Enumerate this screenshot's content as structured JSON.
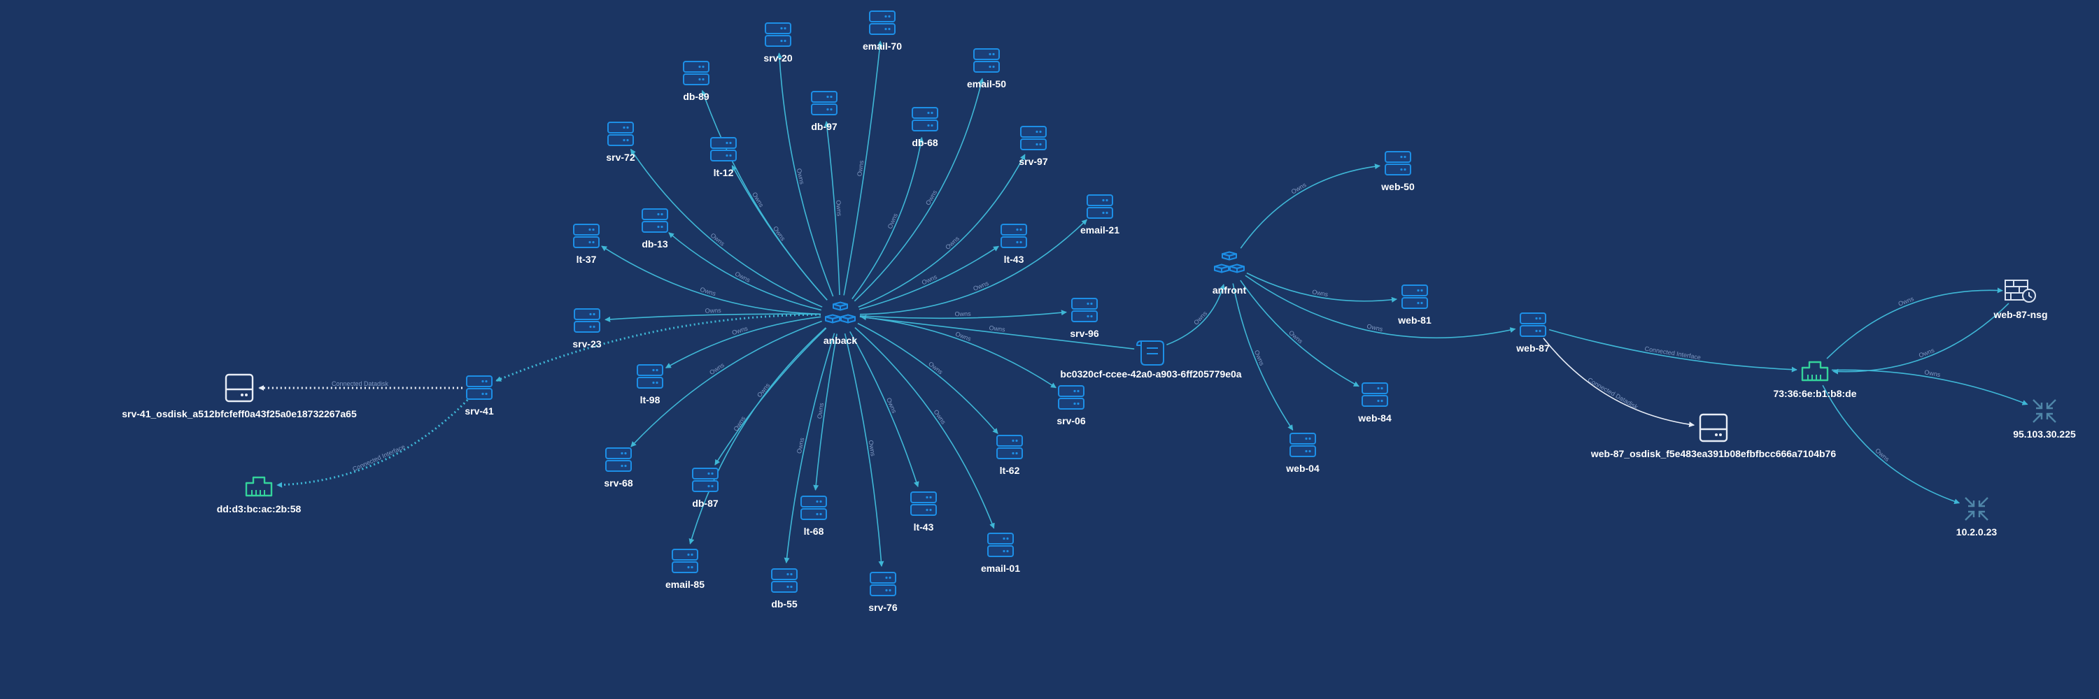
{
  "colors": {
    "background": "#1b3563",
    "edge": "#3fb7d6",
    "icon": "#1d8fe6",
    "icon_fill": "#1b3f78",
    "nic": "#34d39b",
    "disk": "#e9eef7",
    "nsg": "#d9e2f0",
    "ip": "#4f86a8",
    "label": "#ffffff",
    "edge_label": "#7f98c2"
  },
  "nodes": [
    {
      "id": "anback",
      "label": "anback",
      "icon": "cubes-icon"
    },
    {
      "id": "anfront",
      "label": "anfront",
      "icon": "cubes-icon"
    },
    {
      "id": "script",
      "label": "bc0320cf-ccee-42a0-a903-6ff205779e0a",
      "icon": "script-icon"
    },
    {
      "id": "srv-20",
      "label": "srv-20",
      "icon": "server-icon"
    },
    {
      "id": "email-70",
      "label": "email-70",
      "icon": "server-icon"
    },
    {
      "id": "db-89",
      "label": "db-89",
      "icon": "server-icon"
    },
    {
      "id": "email-50",
      "label": "email-50",
      "icon": "server-icon"
    },
    {
      "id": "db-97",
      "label": "db-97",
      "icon": "server-icon"
    },
    {
      "id": "db-68",
      "label": "db-68",
      "icon": "server-icon"
    },
    {
      "id": "srv-72",
      "label": "srv-72",
      "icon": "server-icon"
    },
    {
      "id": "lt-12",
      "label": "lt-12",
      "icon": "server-icon"
    },
    {
      "id": "srv-97",
      "label": "srv-97",
      "icon": "server-icon"
    },
    {
      "id": "email-21",
      "label": "email-21",
      "icon": "server-icon"
    },
    {
      "id": "db-13",
      "label": "db-13",
      "icon": "server-icon"
    },
    {
      "id": "lt-37",
      "label": "lt-37",
      "icon": "server-icon"
    },
    {
      "id": "lt-43a",
      "label": "lt-43",
      "icon": "server-icon"
    },
    {
      "id": "srv-96",
      "label": "srv-96",
      "icon": "server-icon"
    },
    {
      "id": "srv-23",
      "label": "srv-23",
      "icon": "server-icon"
    },
    {
      "id": "lt-98",
      "label": "lt-98",
      "icon": "server-icon"
    },
    {
      "id": "srv-06",
      "label": "srv-06",
      "icon": "server-icon"
    },
    {
      "id": "srv-68",
      "label": "srv-68",
      "icon": "server-icon"
    },
    {
      "id": "db-87",
      "label": "db-87",
      "icon": "server-icon"
    },
    {
      "id": "lt-62",
      "label": "lt-62",
      "icon": "server-icon"
    },
    {
      "id": "lt-68",
      "label": "lt-68",
      "icon": "server-icon"
    },
    {
      "id": "lt-43b",
      "label": "lt-43",
      "icon": "server-icon"
    },
    {
      "id": "email-85",
      "label": "email-85",
      "icon": "server-icon"
    },
    {
      "id": "email-01",
      "label": "email-01",
      "icon": "server-icon"
    },
    {
      "id": "db-55",
      "label": "db-55",
      "icon": "server-icon"
    },
    {
      "id": "srv-76",
      "label": "srv-76",
      "icon": "server-icon"
    },
    {
      "id": "srv-41",
      "label": "srv-41",
      "icon": "server-icon"
    },
    {
      "id": "disk-41",
      "label": "srv-41_osdisk_a512bfcfeff0a43f25a0e18732267a65",
      "icon": "disk-icon"
    },
    {
      "id": "nic-41",
      "label": "dd:d3:bc:ac:2b:58",
      "icon": "network-card-icon"
    },
    {
      "id": "web-50",
      "label": "web-50",
      "icon": "server-icon"
    },
    {
      "id": "web-81",
      "label": "web-81",
      "icon": "server-icon"
    },
    {
      "id": "web-87",
      "label": "web-87",
      "icon": "server-icon"
    },
    {
      "id": "web-84",
      "label": "web-84",
      "icon": "server-icon"
    },
    {
      "id": "web-04",
      "label": "web-04",
      "icon": "server-icon"
    },
    {
      "id": "disk-87",
      "label": "web-87_osdisk_f5e483ea391b08efbfbcc666a7104b76",
      "icon": "disk-icon"
    },
    {
      "id": "nic-87",
      "label": "73:36:6e:b1:b8:de",
      "icon": "network-card-icon"
    },
    {
      "id": "nsg-87",
      "label": "web-87-nsg",
      "icon": "firewall-icon"
    },
    {
      "id": "ip-1",
      "label": "95.103.30.225",
      "icon": "ip-address-icon"
    },
    {
      "id": "ip-2",
      "label": "10.2.0.23",
      "icon": "ip-address-icon"
    }
  ],
  "edges": [
    {
      "from": "anback",
      "to": "srv-20",
      "label": "Owns"
    },
    {
      "from": "anback",
      "to": "email-70",
      "label": "Owns"
    },
    {
      "from": "anback",
      "to": "db-89",
      "label": "Owns"
    },
    {
      "from": "anback",
      "to": "email-50",
      "label": "Owns"
    },
    {
      "from": "anback",
      "to": "db-97",
      "label": "Owns"
    },
    {
      "from": "anback",
      "to": "db-68",
      "label": "Owns"
    },
    {
      "from": "anback",
      "to": "srv-72",
      "label": "Owns"
    },
    {
      "from": "anback",
      "to": "lt-12",
      "label": "Owns"
    },
    {
      "from": "anback",
      "to": "srv-97",
      "label": "Owns"
    },
    {
      "from": "anback",
      "to": "email-21",
      "label": "Owns"
    },
    {
      "from": "anback",
      "to": "db-13",
      "label": "Owns"
    },
    {
      "from": "anback",
      "to": "lt-37",
      "label": "Owns"
    },
    {
      "from": "anback",
      "to": "lt-43a",
      "label": "Owns"
    },
    {
      "from": "anback",
      "to": "srv-96",
      "label": "Owns"
    },
    {
      "from": "anback",
      "to": "srv-23",
      "label": "Owns"
    },
    {
      "from": "anback",
      "to": "lt-98",
      "label": "Owns"
    },
    {
      "from": "anback",
      "to": "srv-06",
      "label": "Owns"
    },
    {
      "from": "anback",
      "to": "srv-68",
      "label": "Owns"
    },
    {
      "from": "anback",
      "to": "db-87",
      "label": "Owns"
    },
    {
      "from": "anback",
      "to": "lt-62",
      "label": "Owns"
    },
    {
      "from": "anback",
      "to": "lt-68",
      "label": "Owns"
    },
    {
      "from": "anback",
      "to": "lt-43b",
      "label": "Owns"
    },
    {
      "from": "anback",
      "to": "email-85",
      "label": "Owns"
    },
    {
      "from": "anback",
      "to": "email-01",
      "label": "Owns"
    },
    {
      "from": "anback",
      "to": "db-55",
      "label": "Owns"
    },
    {
      "from": "anback",
      "to": "srv-76",
      "label": "Owns"
    },
    {
      "from": "anback",
      "to": "srv-41",
      "label": "",
      "dashed": true
    },
    {
      "from": "script",
      "to": "anback",
      "label": "Owns"
    },
    {
      "from": "script",
      "to": "anfront",
      "label": "Owns"
    },
    {
      "from": "srv-41",
      "to": "disk-41",
      "label": "Connected Datadisk",
      "dashed": true,
      "light": true
    },
    {
      "from": "srv-41",
      "to": "nic-41",
      "label": "Connected Interface",
      "dashed": true
    },
    {
      "from": "anfront",
      "to": "web-50",
      "label": "Owns"
    },
    {
      "from": "anfront",
      "to": "web-81",
      "label": "Owns"
    },
    {
      "from": "anfront",
      "to": "web-87",
      "label": "Owns"
    },
    {
      "from": "anfront",
      "to": "web-84",
      "label": "Owns"
    },
    {
      "from": "anfront",
      "to": "web-04",
      "label": "Owns"
    },
    {
      "from": "web-87",
      "to": "disk-87",
      "label": "Connected Datadisk",
      "light": true
    },
    {
      "from": "web-87",
      "to": "nic-87",
      "label": "Connected Interface"
    },
    {
      "from": "nic-87",
      "to": "nsg-87",
      "label": "Owns"
    },
    {
      "from": "nsg-87",
      "to": "nic-87",
      "label": "Owns"
    },
    {
      "from": "nic-87",
      "to": "ip-1",
      "label": "Owns"
    },
    {
      "from": "nic-87",
      "to": "ip-2",
      "label": "Owns"
    }
  ]
}
